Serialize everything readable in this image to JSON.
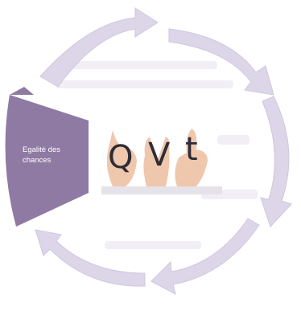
{
  "diagram": {
    "highlighted_segment_label": "Egalité des chances",
    "center_letters": [
      "Q",
      "V",
      "t"
    ]
  },
  "colors": {
    "ring_arrow": "#dcd6e8",
    "highlight_segment": "#8f7aa4",
    "letters": "#2e2c36",
    "hand_skin": "#efc7ad"
  }
}
